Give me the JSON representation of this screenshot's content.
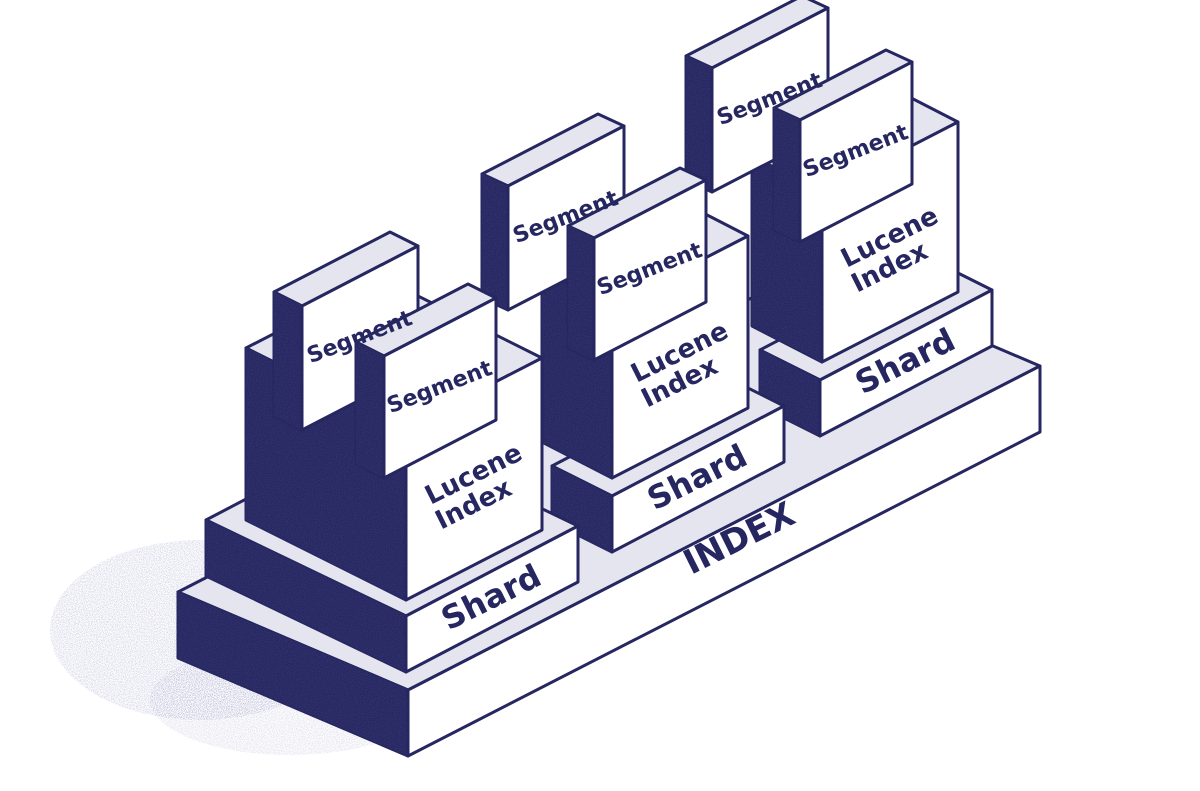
{
  "colors": {
    "ink": "#262661",
    "top_face": "#e4e5ef",
    "front_face": "#ffffff",
    "side_face": "#262661",
    "speckle": "#2c2c6e"
  },
  "diagram": {
    "index_label": "INDEX",
    "shards": [
      {
        "shard_label": "Shard",
        "lucene_label_line1": "Lucene",
        "lucene_label_line2": "Index",
        "segments": [
          "Segment",
          "Segment"
        ]
      },
      {
        "shard_label": "Shard",
        "lucene_label_line1": "Lucene",
        "lucene_label_line2": "Index",
        "segments": [
          "Segment",
          "Segment"
        ]
      },
      {
        "shard_label": "Shard",
        "lucene_label_line1": "Lucene",
        "lucene_label_line2": "Index",
        "segments": [
          "Segment",
          "Segment"
        ]
      }
    ]
  }
}
